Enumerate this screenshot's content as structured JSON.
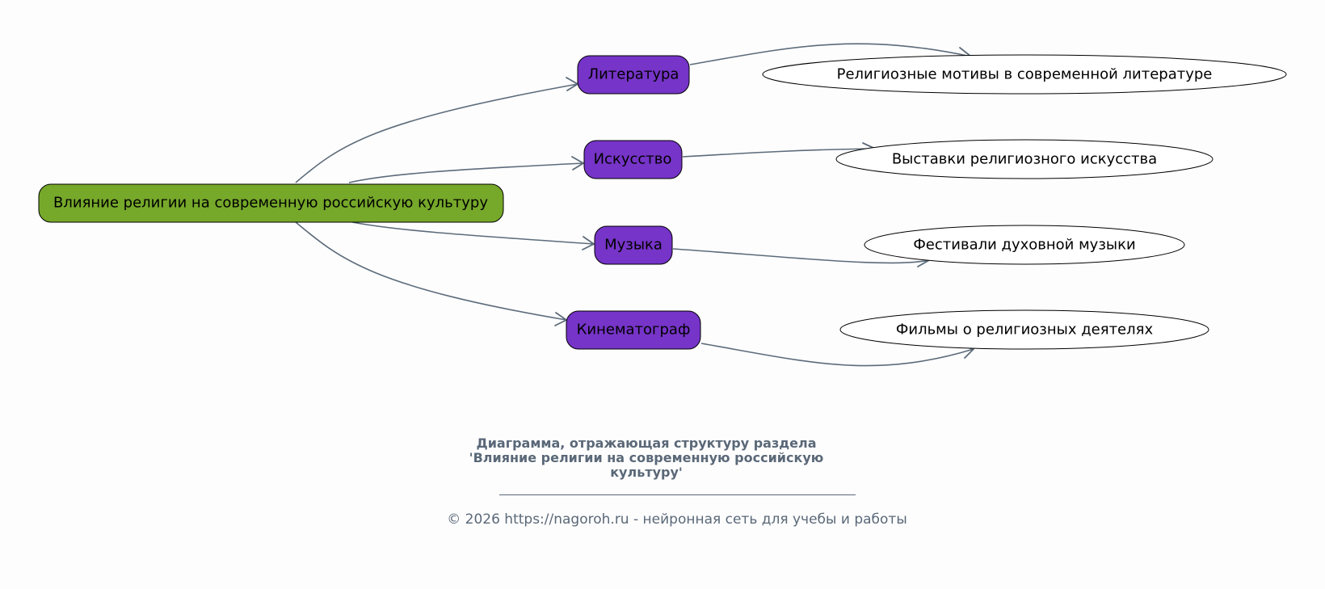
{
  "diagram": {
    "root": {
      "label": "Влияние религии на современную российскую культуру",
      "fill": "#76a82a"
    },
    "category_fill": "#7634c8",
    "edge_color": "#5c6b7a",
    "categories": [
      {
        "label": "Литература",
        "detail": "Религиозные мотивы в современной литературе"
      },
      {
        "label": "Искусство",
        "detail": "Выставки религиозного искусства"
      },
      {
        "label": "Музыка",
        "detail": "Фестивали духовной музыки"
      },
      {
        "label": "Кинематограф",
        "detail": "Фильмы о религиозных деятелях"
      }
    ]
  },
  "caption": {
    "lines": [
      "Диаграмма, отражающая структуру раздела",
      "'Влияние религии на современную российскую",
      "культуру'"
    ]
  },
  "footer": {
    "copyright": "© 2026 https://nagoroh.ru - нейронная сеть для учебы и работы"
  }
}
